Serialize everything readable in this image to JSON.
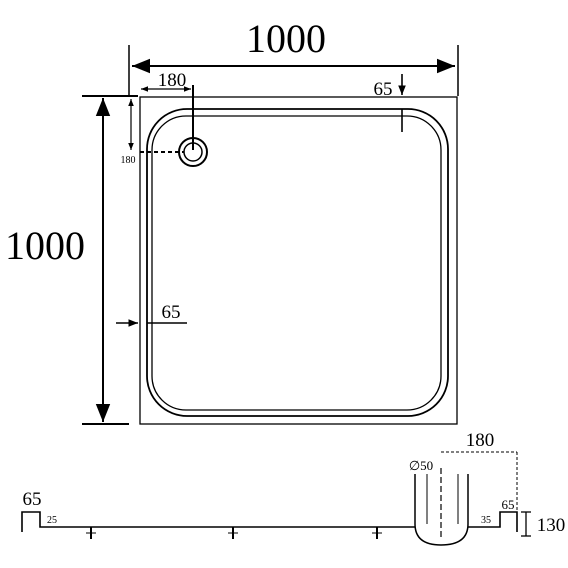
{
  "plan_view": {
    "width_label": "1000",
    "depth_label": "1000",
    "drain_offset_x": "180",
    "drain_offset_y": "180",
    "rim_width_top": "65",
    "rim_width_side": "65"
  },
  "section_view": {
    "rim_height_left": "65",
    "inner_left": "25",
    "drain_offset": "180",
    "drain_diameter": "∅50",
    "inner_right": "35",
    "rim_width_right": "65",
    "total_height": "130"
  }
}
